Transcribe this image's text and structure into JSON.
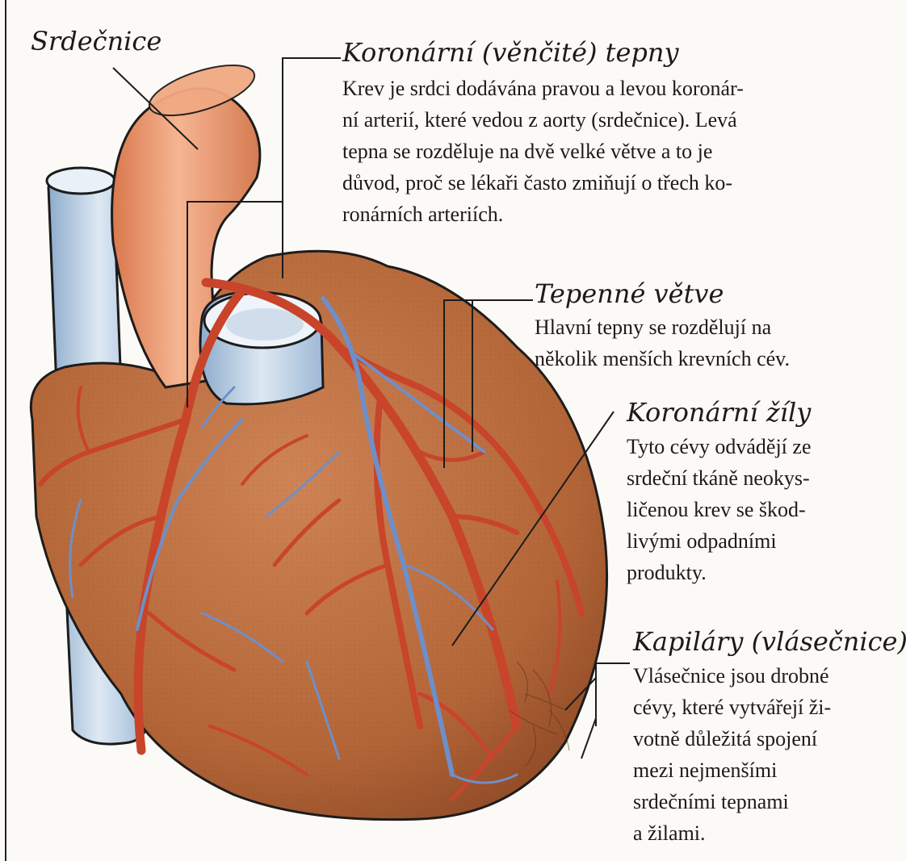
{
  "labels": {
    "aorta": "Srdečnice",
    "coronary_arteries": {
      "title": "Koronární (věnčité) tepny",
      "text": "Krev je srdci dodávána pravou a levou koronár-\nní arterií, které vedou z aorty (srdečnice). Levá\ntepna se rozděluje na dvě velké větve a to je\ndůvod, proč se lékaři často zmiňují o třech ko-\nronárních arteriích."
    },
    "artery_branches": {
      "title": "Tepenné větve",
      "text": "Hlavní tepny se rozdělují na\nněkolik menších krevních cév."
    },
    "coronary_veins": {
      "title": "Koronární žíly",
      "text": "Tyto cévy odvádějí ze\nsrdeční tkáně neokys-\nličenou krev se škod-\nlivými odpadními\nprodukty."
    },
    "capillaries": {
      "title": "Kapiláry (vlásečnice)",
      "text": "Vlásečnice jsou drobné\ncévy, které vytvářejí ži-\nvotně důležitá spojení\nmezi nejmenšími\nsrdečními tepnami\na žilami."
    }
  },
  "colors": {
    "muscle": "#b86a3e",
    "muscle_dark": "#8e4a28",
    "aorta": "#eea07a",
    "vein_vessel": "#b9cde0",
    "artery": "#c8442a",
    "vein": "#6f8fc8"
  }
}
